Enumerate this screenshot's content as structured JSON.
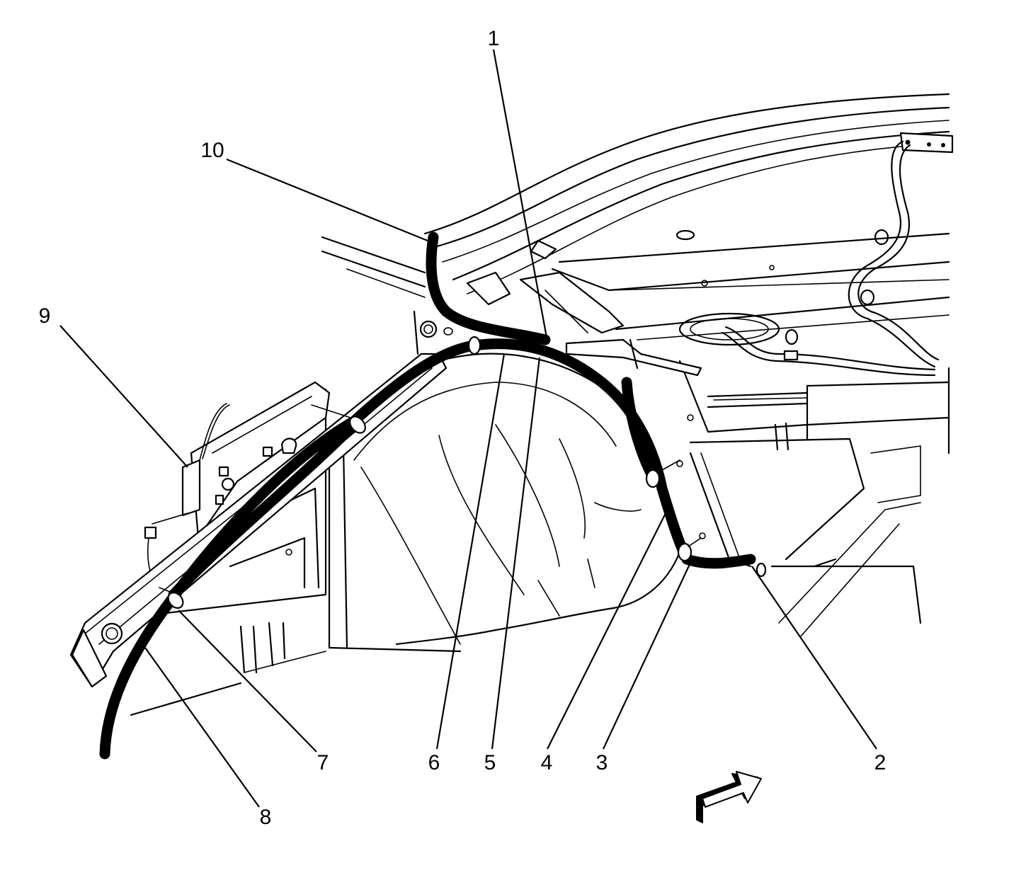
{
  "callouts": [
    {
      "id": "1",
      "text": "1"
    },
    {
      "id": "2",
      "text": "2"
    },
    {
      "id": "3",
      "text": "3"
    },
    {
      "id": "4",
      "text": "4"
    },
    {
      "id": "5",
      "text": "5"
    },
    {
      "id": "6",
      "text": "6"
    },
    {
      "id": "7",
      "text": "7"
    },
    {
      "id": "8",
      "text": "8"
    },
    {
      "id": "9",
      "text": "9"
    },
    {
      "id": "10",
      "text": "10"
    }
  ],
  "icons": {
    "direction_arrow": "forward-direction-arrow-icon"
  }
}
